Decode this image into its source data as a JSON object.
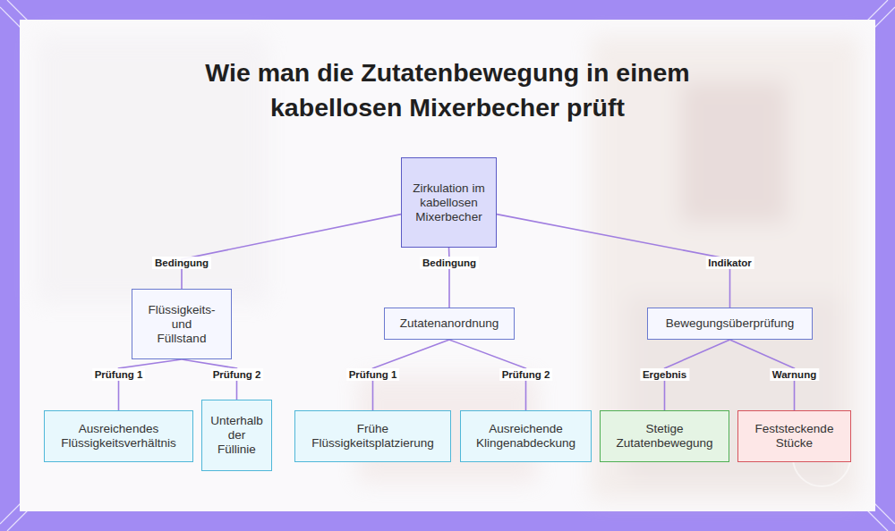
{
  "diagram": {
    "title": "Wie man die Zutatenbewegung in einem kabellosen Mixerbecher prüft",
    "nodes": [
      {
        "text": [
          "Zirkulation im kabellosen Mixerbecher"
        ]
      },
      {
        "text": [
          "Flüssigkeits- und Füllstand"
        ]
      },
      {
        "text": [
          "Zutatenanordnung"
        ]
      },
      {
        "text": [
          "Bewegungsüberprüfung"
        ]
      },
      {
        "text": [
          "Ausreichendes Flüssigkeitsverhältnis"
        ]
      },
      {
        "text": [
          "Unterhalb der Füllinie"
        ]
      },
      {
        "text": [
          "Frühe Flüssigkeitsplatzierung"
        ]
      },
      {
        "text": [
          "Ausreichende Klingenabdeckung"
        ]
      },
      {
        "text": [
          "Stetige Zutatenbewegung"
        ]
      },
      {
        "text": [
          "Feststeckende Stücke"
        ]
      }
    ],
    "edges": [
      {
        "from": 0,
        "to": 1,
        "arrow": "none",
        "label": "Bedingung"
      },
      {
        "from": 0,
        "to": 2,
        "arrow": "none",
        "label": "Bedingung"
      },
      {
        "from": 0,
        "to": 3,
        "arrow": "none",
        "label": "Indikator"
      },
      {
        "from": 1,
        "to": 4,
        "arrow": "none",
        "label": "Prüfung 1"
      },
      {
        "from": 1,
        "to": 5,
        "arrow": "none",
        "label": "Prüfung 2"
      },
      {
        "from": 2,
        "to": 6,
        "arrow": "none",
        "label": "Prüfung 1"
      },
      {
        "from": 2,
        "to": 7,
        "arrow": "none",
        "label": "Prüfung 2"
      },
      {
        "from": 3,
        "to": 8,
        "arrow": "none",
        "label": "Ergebnis"
      },
      {
        "from": 3,
        "to": 9,
        "arrow": "none",
        "label": "Warnung"
      }
    ]
  }
}
